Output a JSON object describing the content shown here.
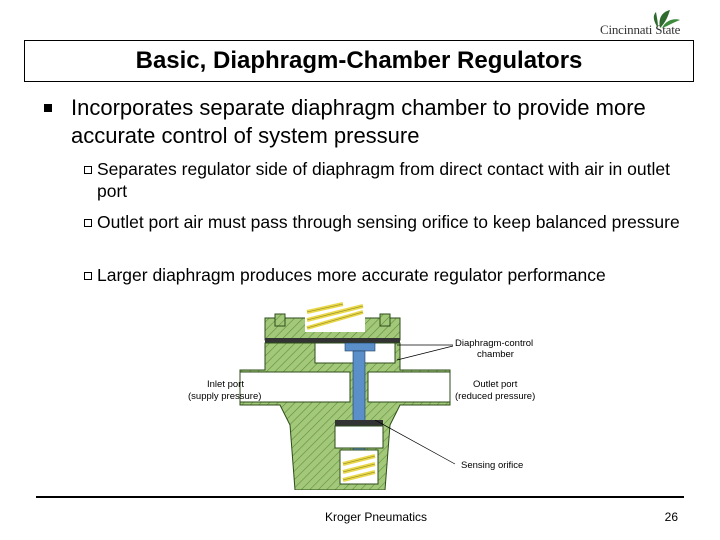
{
  "logo": {
    "text": "Cincinnati State"
  },
  "slide": {
    "title": "Basic, Diaphragm-Chamber Regulators",
    "bullet": "Incorporates separate diaphragm chamber to provide more accurate control of system pressure",
    "subbullets": [
      "Separates regulator side of diaphragm from direct contact with air in outlet port",
      "Outlet port air must pass through sensing orifice to keep balanced pressure",
      "Larger diaphragm produces more accurate regulator performance"
    ]
  },
  "diagram": {
    "labels": {
      "chamber_line1": "Diaphragm-control",
      "chamber_line2": "chamber",
      "inlet_line1": "Inlet port",
      "inlet_line2": "(supply pressure)",
      "outlet_line1": "Outlet port",
      "outlet_line2": "(reduced pressure)",
      "sensing": "Sensing orifice"
    },
    "colors": {
      "body": "#a3c87a",
      "hatch": "#5e8f3a",
      "spring": "#e8d84a",
      "passage": "#5b8fc9"
    }
  },
  "footer": {
    "center": "Kroger Pneumatics",
    "page": "26"
  }
}
